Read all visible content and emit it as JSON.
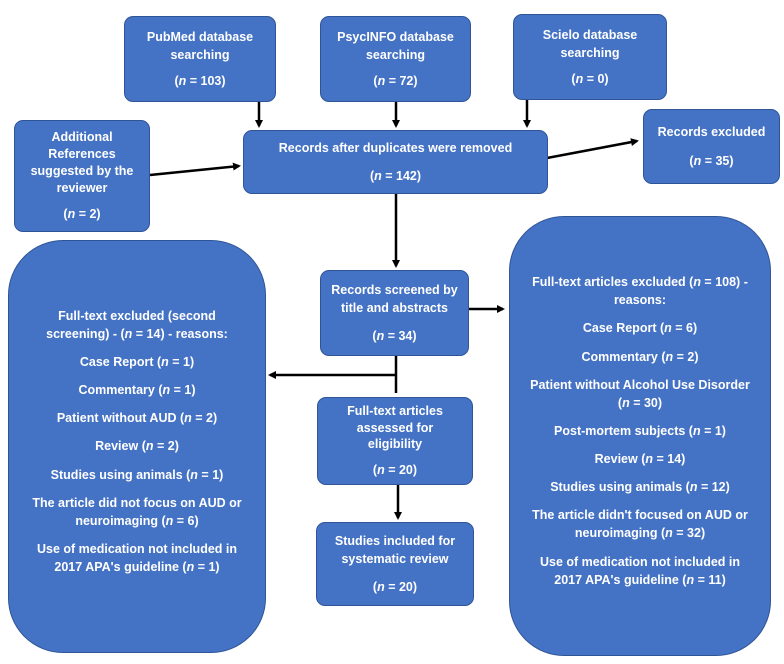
{
  "colors": {
    "box_fill": "#4472C4",
    "box_border": "#2F5597",
    "arrow": "#000000",
    "text": "#ffffff"
  },
  "sources": {
    "pubmed": {
      "title": "PubMed database searching",
      "count_value": "103"
    },
    "psycinfo": {
      "title": "PsycINFO database searching",
      "count_value": "72"
    },
    "scielo": {
      "title": "Scielo database searching",
      "count_value": "0"
    },
    "additional": {
      "title": "Additional References suggested by the reviewer",
      "count_value": "2"
    }
  },
  "dedup": {
    "title": "Records after duplicates were removed",
    "count_value": "142"
  },
  "excluded": {
    "title": "Records excluded",
    "count_value": "35"
  },
  "screened": {
    "title": "Records screened by title and abstracts",
    "count_value": "34"
  },
  "assessed": {
    "title": "Full-text articles assessed for eligibility",
    "count_value": "20"
  },
  "included": {
    "title": "Studies included for systematic review",
    "count_value": "20"
  },
  "left_excluded": {
    "title_pre": "Full-text excluded (second screening) - (",
    "title_n": "n",
    "title_post": " = 14) - reasons:",
    "reasons": [
      {
        "label": "Case Report",
        "value": "1"
      },
      {
        "label": "Commentary",
        "value": "1"
      },
      {
        "label": "Patient without AUD",
        "value": "2"
      },
      {
        "label": "Review",
        "value": "2"
      },
      {
        "label": "Studies using animals",
        "value": "1"
      },
      {
        "label": "The article did not focus on AUD or neuroimaging",
        "value": "6"
      },
      {
        "label": "Use of medication not included in 2017 APA's guideline",
        "value": "1"
      }
    ]
  },
  "right_excluded": {
    "title_pre": "Full-text articles excluded (",
    "title_n": "n",
    "title_post": " = 108) - reasons:",
    "reasons": [
      {
        "label": "Case Report",
        "value": "6"
      },
      {
        "label": "Commentary",
        "value": "2"
      },
      {
        "label": "Patient without Alcohol Use Disorder",
        "value": "30"
      },
      {
        "label": "Post-mortem subjects",
        "value": "1"
      },
      {
        "label": "Review",
        "value": "14"
      },
      {
        "label": "Studies using animals",
        "value": "12"
      },
      {
        "label": "The article didn't focused on AUD or neuroimaging",
        "value": "32"
      },
      {
        "label": "Use of medication not included in 2017 APA's guideline",
        "value": "11"
      }
    ]
  },
  "n_symbol": "n"
}
